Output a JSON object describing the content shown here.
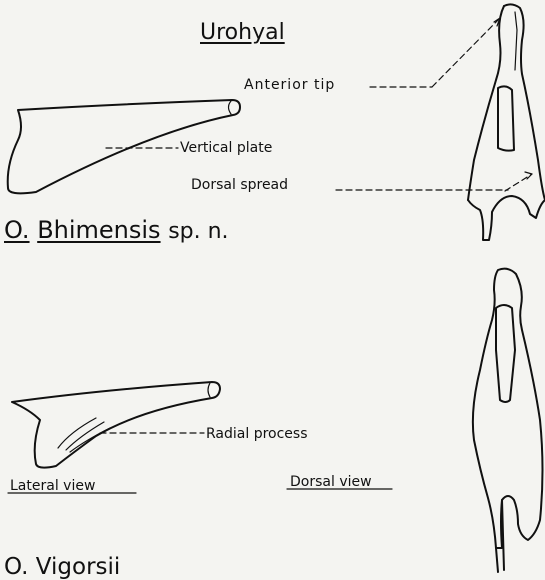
{
  "title": "Urohyal",
  "species": {
    "first": {
      "genus": "O.",
      "epithet": "Bhimensis",
      "suffix": "sp. n."
    },
    "second": {
      "genus": "O.",
      "epithet": "Vigorsii"
    }
  },
  "callouts": {
    "anterior_tip": "Anterior tip",
    "vertical_plate": "Vertical plate",
    "dorsal_spread": "Dorsal spread",
    "radial_process": "Radial process"
  },
  "views": {
    "lateral": "Lateral view",
    "dorsal": "Dorsal view"
  }
}
